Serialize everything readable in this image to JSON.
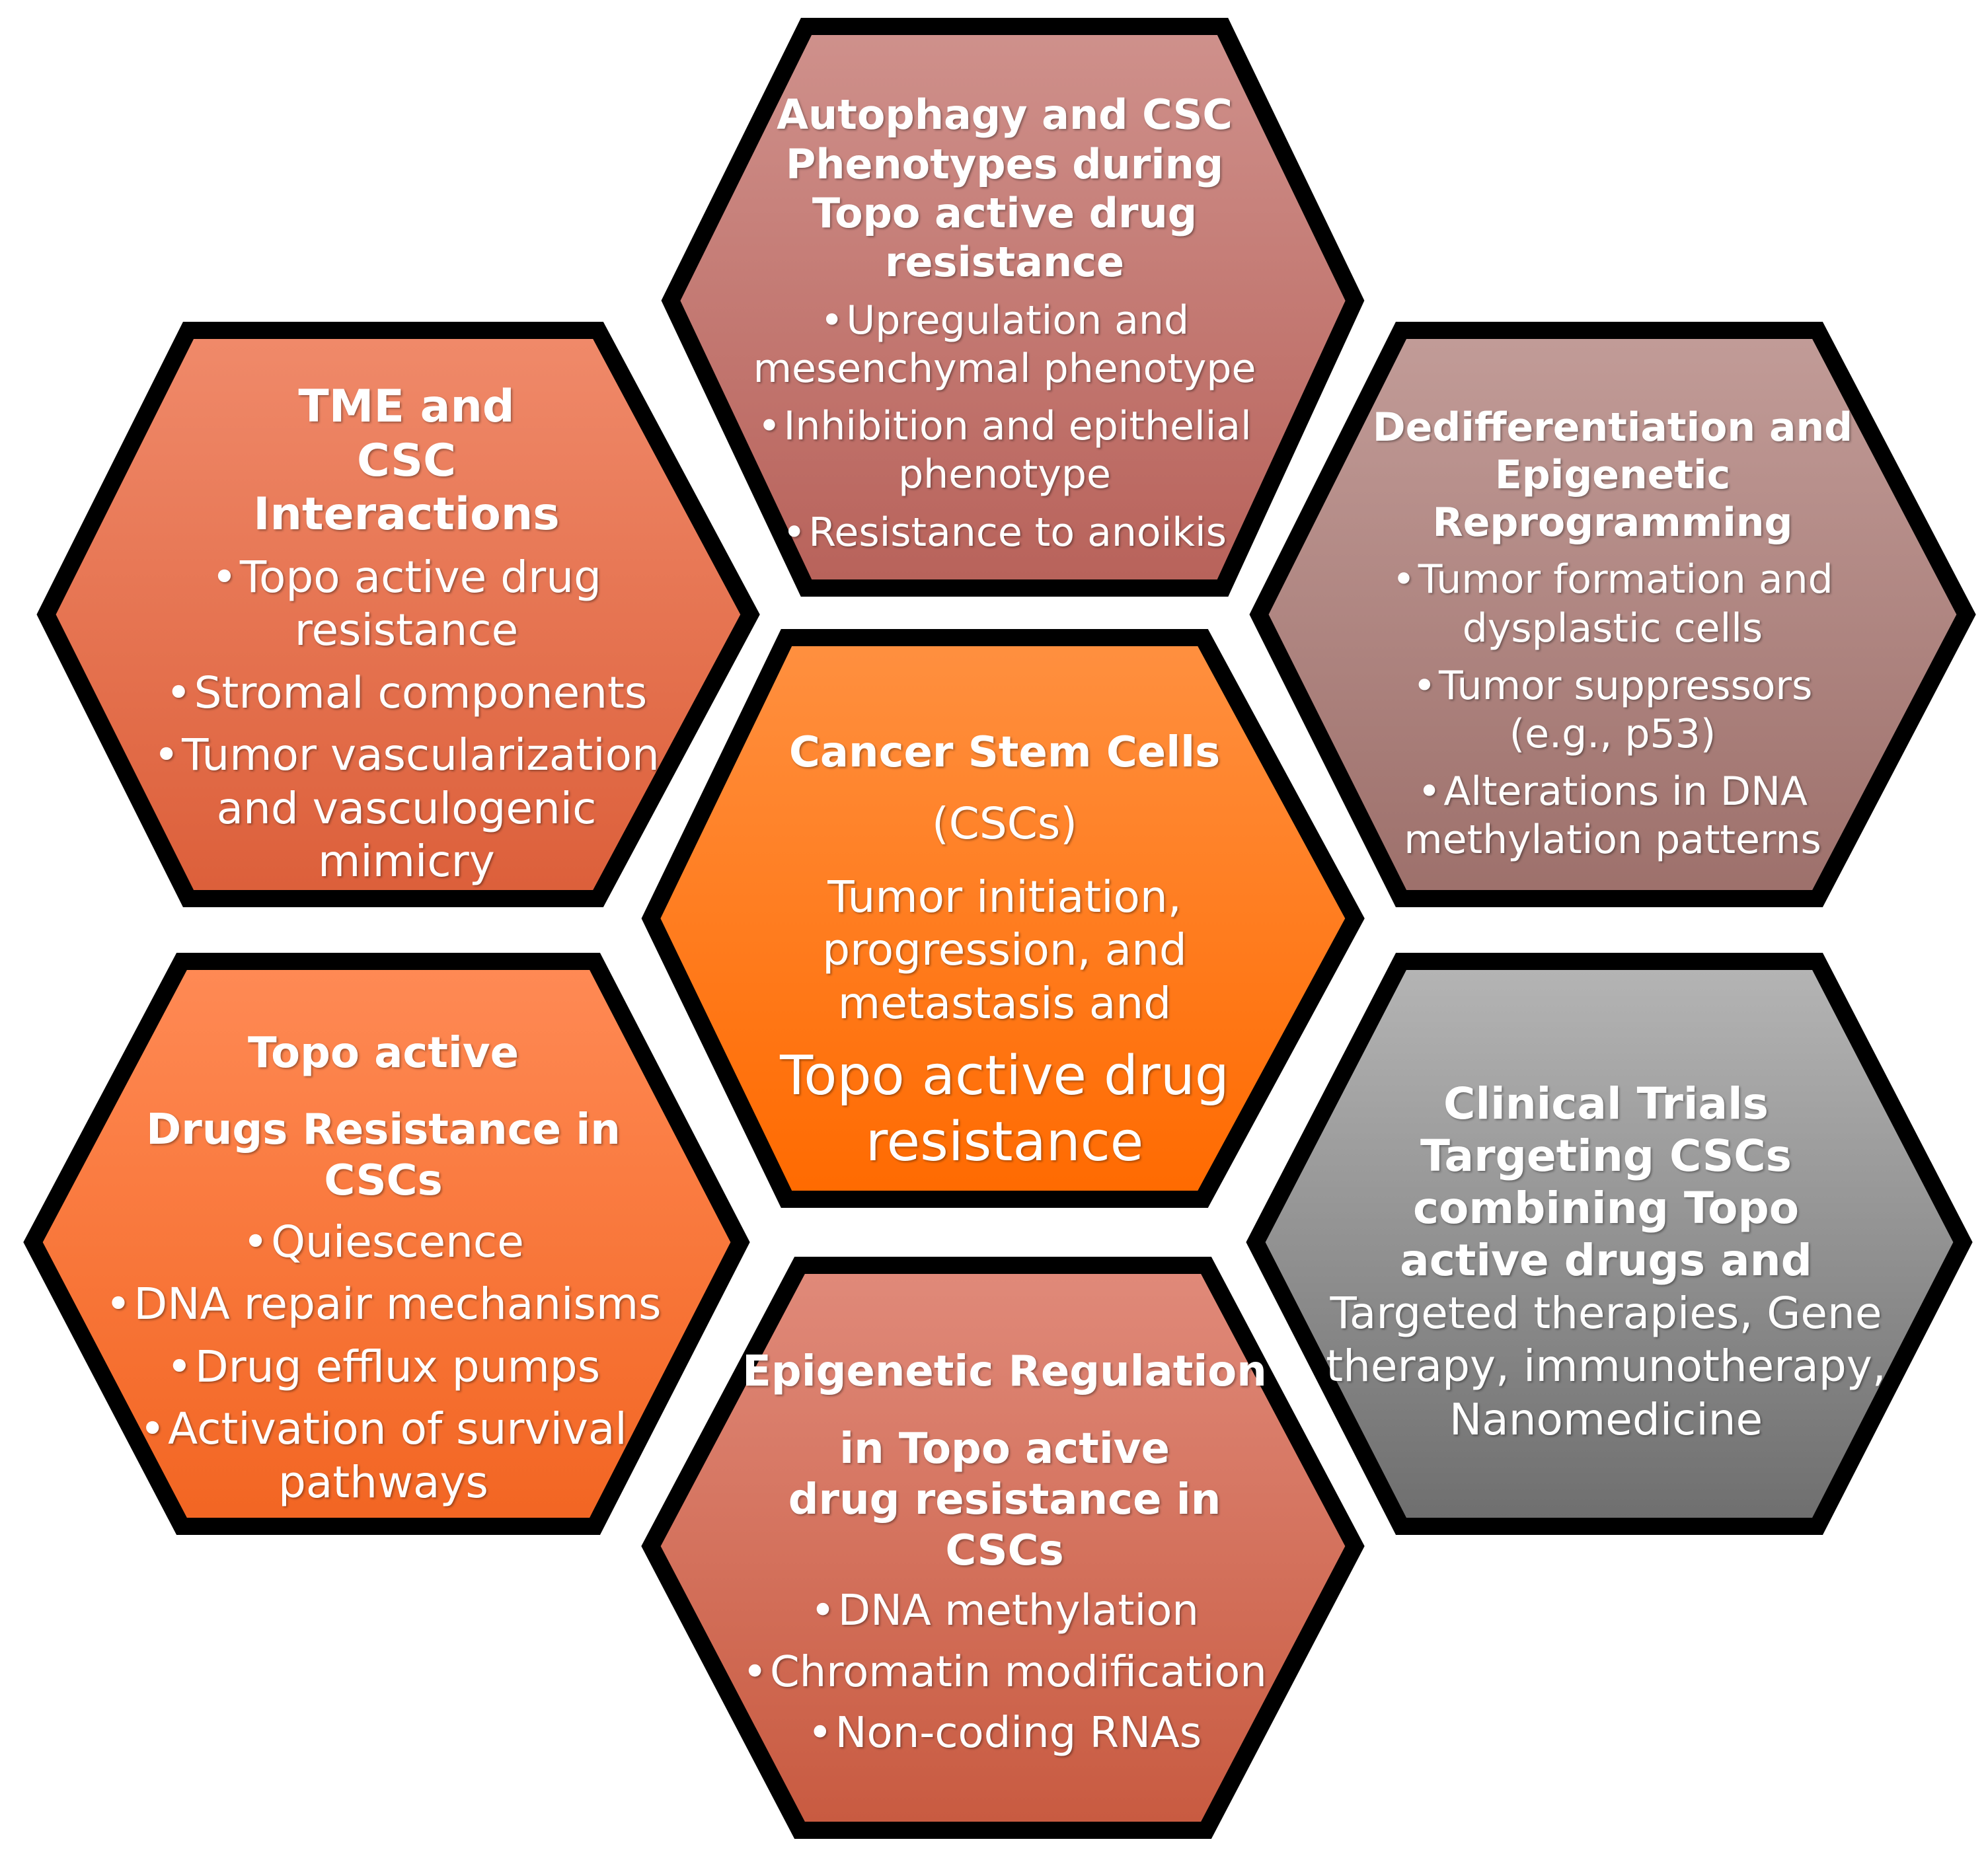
{
  "colors": {
    "outline": "#000000",
    "text": "#ffffff"
  },
  "hexagons": {
    "top": {
      "title": "Autophagy and CSC Phenotypes during Topo active drug resistance",
      "items": [
        "Upregulation and mesenchymal phenotype",
        "Inhibition and epithelial phenotype",
        "Resistance to anoikis"
      ],
      "color_top": "#cf918c",
      "color_bottom": "#b8625a"
    },
    "upper_left": {
      "title": "TME and CSC Interactions",
      "items": [
        "Topo active drug resistance",
        "Stromal components",
        "Tumor vascularization and vasculogenic mimicry"
      ],
      "color_top": "#f08a6a",
      "color_bottom": "#dc5f3a"
    },
    "upper_right": {
      "title": "Dedifferentiation and Epigenetic Reprogramming",
      "items": [
        "Tumor formation and dysplastic cells",
        "Tumor suppressors (e.g., p53)",
        "Alterations in DNA methylation patterns"
      ],
      "color_top": "#c29c98",
      "color_bottom": "#9d706b"
    },
    "center": {
      "title": "Cancer Stem Cells",
      "lines": [
        "(CSCs)",
        "Tumor initiation, progression, and metastasis and",
        "Topo active drug resistance"
      ],
      "color_top": "#ff9040",
      "color_bottom": "#ff6a00"
    },
    "lower_left": {
      "title_line1": "Topo active",
      "title_line2": "Drugs Resistance in CSCs",
      "items": [
        "Quiescence",
        "DNA repair mechanisms",
        "Drug efflux pumps",
        "Activation of survival pathways"
      ],
      "color_top": "#ff8a55",
      "color_bottom": "#f26522"
    },
    "lower_right": {
      "title": "Clinical Trials Targeting CSCs combining Topo active drugs and",
      "body": "Targeted therapies, Gene therapy, immunotherapy, Nanomedicine",
      "color_top": "#b5b5b5",
      "color_bottom": "#6e6e6e"
    },
    "bottom": {
      "title_line1": "Epigenetic Regulation",
      "title_line2": "in Topo active drug resistance in CSCs",
      "items": [
        "DNA methylation",
        "Chromatin modification",
        "Non-coding RNAs"
      ],
      "color_top": "#e08a7a",
      "color_bottom": "#c85a40"
    }
  }
}
